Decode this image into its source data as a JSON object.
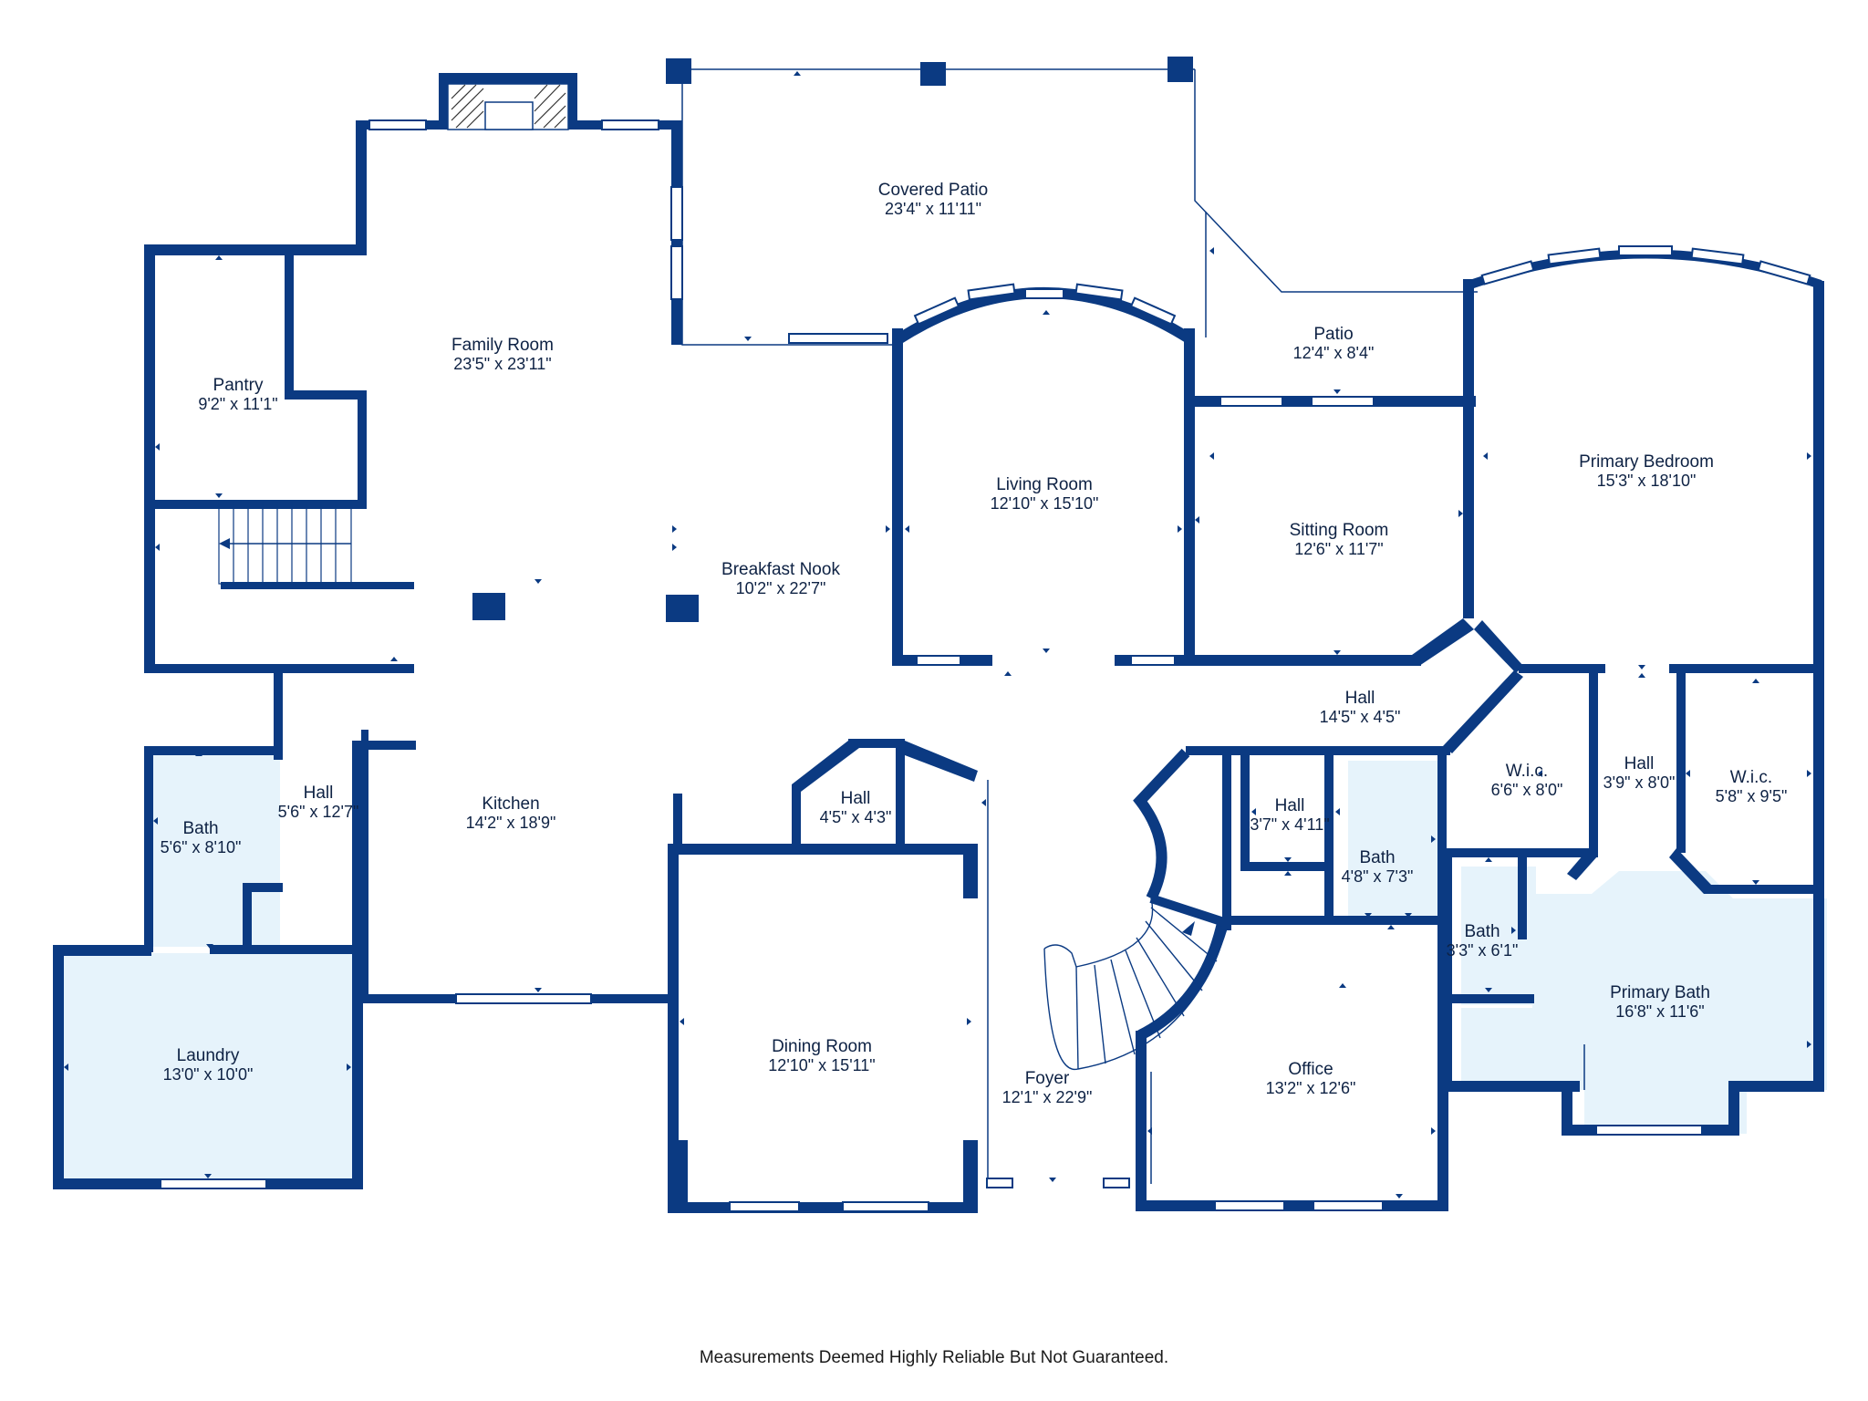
{
  "accent_color": "#0b3a82",
  "wet_area_color": "#e6f3fb",
  "footer_note": "Measurements Deemed Highly Reliable But Not Guaranteed.",
  "rooms": {
    "covered_patio": {
      "name": "Covered Patio",
      "dims": "23'4\" x 11'11\""
    },
    "family_room": {
      "name": "Family Room",
      "dims": "23'5\" x 23'11\""
    },
    "pantry": {
      "name": "Pantry",
      "dims": "9'2\" x 11'1\""
    },
    "breakfast_nook": {
      "name": "Breakfast Nook",
      "dims": "10'2\" x 22'7\""
    },
    "living_room": {
      "name": "Living Room",
      "dims": "12'10\" x 15'10\""
    },
    "patio": {
      "name": "Patio",
      "dims": "12'4\" x 8'4\""
    },
    "sitting_room": {
      "name": "Sitting Room",
      "dims": "12'6\" x 11'7\""
    },
    "primary_bedroom": {
      "name": "Primary Bedroom",
      "dims": "15'3\" x 18'10\""
    },
    "hall_main": {
      "name": "Hall",
      "dims": "14'5\" x 4'5\""
    },
    "wic_left": {
      "name": "W.i.c.",
      "dims": "6'6\" x 8'0\""
    },
    "hall_closets": {
      "name": "Hall",
      "dims": "3'9\" x 8'0\""
    },
    "wic_right": {
      "name": "W.i.c.",
      "dims": "5'8\" x 9'5\""
    },
    "hall_left": {
      "name": "Hall",
      "dims": "5'6\" x 12'7\""
    },
    "bath_left": {
      "name": "Bath",
      "dims": "5'6\" x 8'10\""
    },
    "kitchen": {
      "name": "Kitchen",
      "dims": "14'2\" x 18'9\""
    },
    "hall_small": {
      "name": "Hall",
      "dims": "4'5\" x 4'3\""
    },
    "hall_center": {
      "name": "Hall",
      "dims": "3'7\" x 4'11\""
    },
    "bath_center": {
      "name": "Bath",
      "dims": "4'8\" x 7'3\""
    },
    "bath_small": {
      "name": "Bath",
      "dims": "3'3\" x 6'1\""
    },
    "primary_bath": {
      "name": "Primary Bath",
      "dims": "16'8\" x 11'6\""
    },
    "laundry": {
      "name": "Laundry",
      "dims": "13'0\" x 10'0\""
    },
    "dining_room": {
      "name": "Dining Room",
      "dims": "12'10\" x 15'11\""
    },
    "foyer": {
      "name": "Foyer",
      "dims": "12'1\" x 22'9\""
    },
    "office": {
      "name": "Office",
      "dims": "13'2\" x 12'6\""
    }
  }
}
